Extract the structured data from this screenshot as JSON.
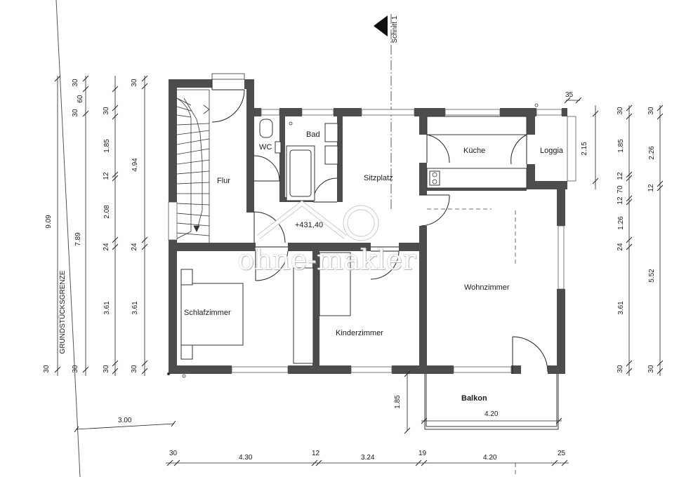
{
  "rooms": {
    "flur": "Flur",
    "wc": "WC",
    "bad": "Bad",
    "sitzplatz": "Sitzplatz",
    "kueche": "Küche",
    "loggia": "Loggia",
    "schlafzimmer": "Schlafzimmer",
    "kinderzimmer": "Kinderzimmer",
    "wohnzimmer": "Wohnzimmer",
    "balkon": "Balkon"
  },
  "section_marker": "Schnitt 1",
  "elevation": "+431,40",
  "property_line": "GRUNDSTÜCKSGRENZE",
  "watermark": "ohne-makler",
  "dimensions": {
    "left_outer": [
      "9.09",
      "7.89"
    ],
    "left_chain_a": [
      "30",
      "60",
      "30",
      "1.85",
      "12",
      "2.08",
      "24",
      "3.61",
      "30"
    ],
    "left_chain_b": [
      "30",
      "4.94",
      "24",
      "3.61",
      "30"
    ],
    "right_chain_a": [
      "30",
      "1.85",
      "12",
      "70",
      "12",
      "1.26",
      "24",
      "3.61",
      "30"
    ],
    "right_chain_b": [
      "30",
      "2.26",
      "12",
      "5.52",
      "30"
    ],
    "loggia_depth": "2.15",
    "loggia_width": "35",
    "bottom_chain": [
      "30",
      "4.30",
      "12",
      "3.24",
      "19",
      "4.20",
      "25"
    ],
    "balkon_width": "4.20",
    "balkon_depth": "1.85",
    "boundary_offset": "3.00"
  }
}
